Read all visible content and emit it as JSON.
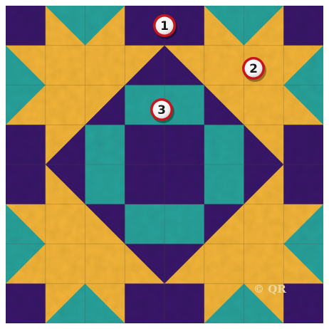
{
  "colors": {
    "purple": "#3a1a6b",
    "gold": "#f3b53a",
    "teal": "#2aa39b",
    "seam": "#5a4a2a",
    "marker_fill": "#ffffff",
    "marker_ring": "#c4161c"
  },
  "markers": [
    {
      "label": "1"
    },
    {
      "label": "2"
    },
    {
      "label": "3"
    }
  ],
  "watermark": {
    "text": "© QR"
  }
}
